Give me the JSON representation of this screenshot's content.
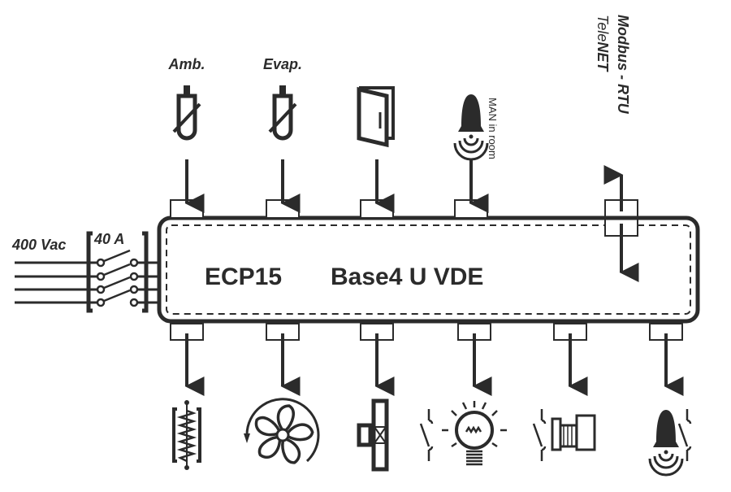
{
  "diagram": {
    "controller": {
      "model": "ECP15",
      "variant": "Base4 U VDE"
    },
    "power_supply": {
      "voltage_label": "400 Vac",
      "breaker_label": "40 A",
      "phases": 4
    },
    "communication": {
      "brand_light": "Tele",
      "brand_bold": "NET",
      "protocol": "Modbus - RTU"
    },
    "inputs": [
      {
        "id": "ambient-probe",
        "label": "Amb.",
        "icon": "temperature-probe-icon"
      },
      {
        "id": "evaporator-probe",
        "label": "Evap.",
        "icon": "temperature-probe-icon"
      },
      {
        "id": "door-switch",
        "label": "",
        "icon": "door-icon"
      },
      {
        "id": "man-in-room",
        "label": "MAN in room",
        "icon": "alarm-bell-icon"
      }
    ],
    "outputs": [
      {
        "id": "defrost-heater",
        "icon": "heater-resistor-icon"
      },
      {
        "id": "evaporator-fan",
        "icon": "fan-icon"
      },
      {
        "id": "solenoid-valve",
        "icon": "valve-icon"
      },
      {
        "id": "room-light",
        "icon": "light-bulb-icon"
      },
      {
        "id": "compressor-pump",
        "icon": "compressor-icon"
      },
      {
        "id": "alarm",
        "icon": "alarm-bell-icon"
      }
    ],
    "colors": {
      "ink": "#2b2b2b",
      "background": "#ffffff"
    }
  }
}
